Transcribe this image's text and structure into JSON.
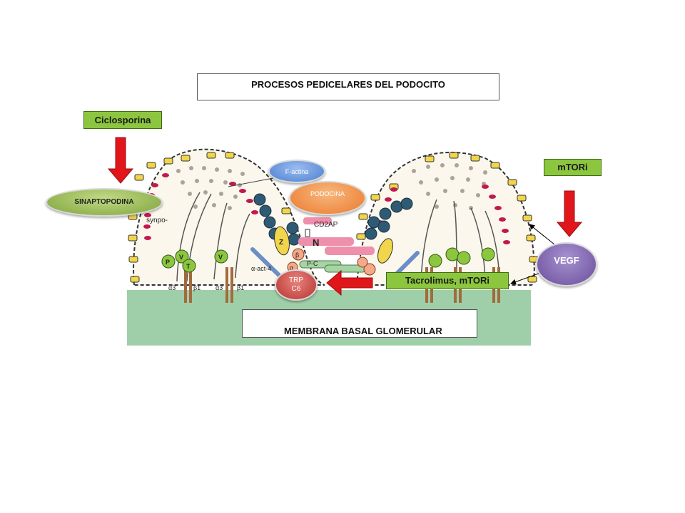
{
  "title": "PROCESOS PEDICELARES DEL PODOCITO",
  "membrane_label": "MEMBRANA BASAL GLOMERULAR",
  "drugs": {
    "ciclosporina": "Ciclosporina",
    "mtori": "mTORi",
    "tacrolimus": "Tacrolimus, mTORi"
  },
  "molecules": {
    "sinaptopodina": "SINAPTOPODINA",
    "factina": "F-actina",
    "podocina": "PODOCINA",
    "trpc6_line1": "TRP",
    "trpc6_line2": "C6",
    "vegf": "VEGF"
  },
  "figure_labels": {
    "synpo": "synpo-",
    "cd2ap": "CD2AP",
    "n": "N",
    "z": "Z",
    "pc": "P-C",
    "beta": "β",
    "alpha": "α",
    "alpha_act4": "α-act-4",
    "p": "P",
    "v1": "V",
    "t": "T",
    "v2": "V",
    "a3_1": "α3",
    "b1_1": "β1",
    "a3_2": "α3",
    "b1_2": "β1"
  },
  "colors": {
    "membrane": "#9fcfa9",
    "cell": "#fbf7ec",
    "drug_tag": "#8cc63f",
    "arrow": "#e0161b",
    "factina": "#5b8fd6",
    "podocina": "#f08a3e",
    "trpc6": "#c8423d",
    "vegf": "#7a5fa8",
    "sinaptopodina": "#8db04a"
  }
}
